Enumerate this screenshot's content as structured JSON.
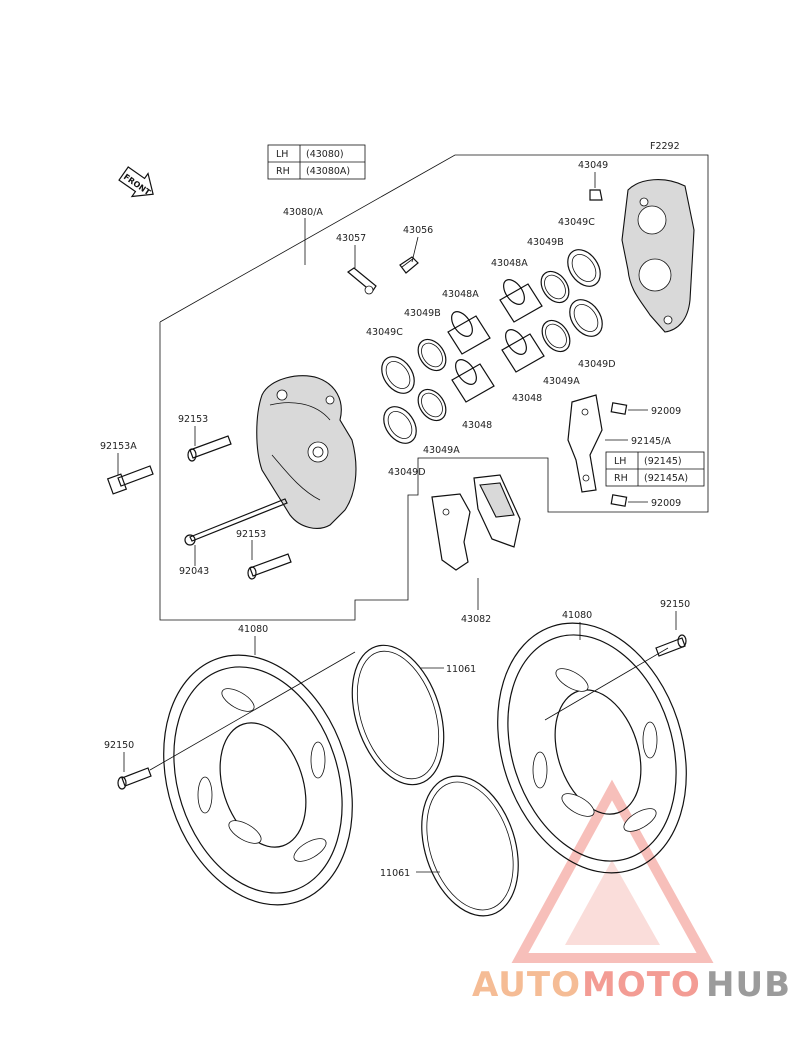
{
  "figure_code": "F2292",
  "front_arrow_label": "FRONT",
  "caliper_table": [
    {
      "side": "LH",
      "part": "(43080)"
    },
    {
      "side": "RH",
      "part": "(43080A)"
    }
  ],
  "bracket_table": [
    {
      "side": "LH",
      "part": "(92145)"
    },
    {
      "side": "RH",
      "part": "(92145A)"
    }
  ],
  "labels": {
    "caliper_assy": "43080/A",
    "bleeder_cap": "43057",
    "bleeder_valve": "43056",
    "piston_a_left": "43048A",
    "seal_b_left": "43049B",
    "seal_c_left": "43049C",
    "piston_left": "43048",
    "seal_a_left": "43049A",
    "seal_d_left": "43049D",
    "bolt_upper": "92153",
    "bolt_a": "92153A",
    "pin": "92043",
    "bolt_lower": "92153",
    "pad_set": "43082",
    "bolt_top_right": "43049",
    "seal_c_right": "43049C",
    "seal_b_right": "43049B",
    "piston_a_right": "43048A",
    "seal_d_right": "43049D",
    "seal_a_right": "43049A",
    "piston_right": "43048",
    "screw_upper": "92009",
    "bracket": "92145/A",
    "screw_lower": "92009",
    "disc_left": "41080",
    "disc_right": "41080",
    "bolt_right": "92150",
    "bolt_left": "92150",
    "shim_upper": "11061",
    "shim_lower": "11061"
  },
  "watermark": {
    "part1": "AUTO",
    "part2": "MOTO",
    "part3": "HUB",
    "color1": "#f4b183",
    "color2": "#f28b82",
    "color3": "#8a8a8a"
  }
}
